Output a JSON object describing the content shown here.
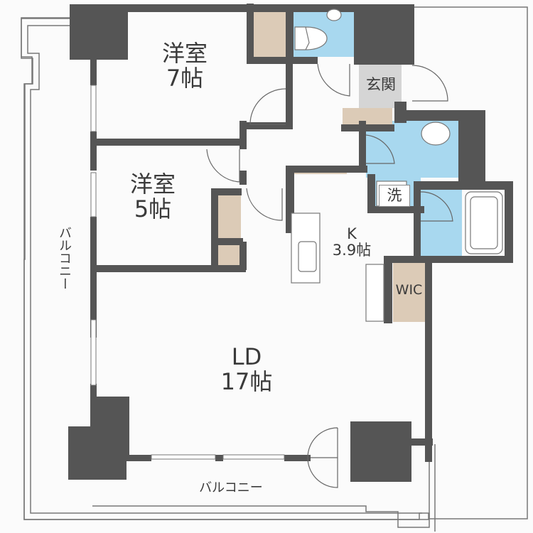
{
  "floorplan": {
    "rooms": {
      "western_room_1": {
        "name": "洋室",
        "size": "7帖"
      },
      "western_room_2": {
        "name": "洋室",
        "size": "5帖"
      },
      "living_dining": {
        "name": "LD",
        "size": "17帖"
      },
      "kitchen": {
        "name": "K",
        "size": "3.9帖"
      },
      "entrance": {
        "name": "玄関"
      },
      "laundry": {
        "name": "洗"
      },
      "walk_in_closet": {
        "name": "WIC"
      }
    },
    "balcony_side": {
      "name": "バルコニー"
    },
    "balcony_bottom": {
      "name": "バルコニー"
    },
    "colors": {
      "wall": "#555555",
      "wet_area": "#a8d8ef",
      "storage": "#dccbb7",
      "entrance": "#d5d5d5",
      "background": "#fbfbfb"
    }
  }
}
